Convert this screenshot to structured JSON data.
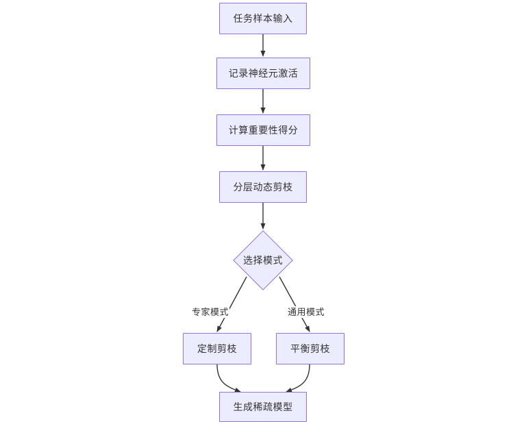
{
  "diagram": {
    "type": "flowchart",
    "direction": "top-to-bottom",
    "background_color": "#ffffff",
    "node_fill_color": "#ECECFF",
    "node_border_color": "#9370DB",
    "edge_color": "#333333",
    "text_color": "#333333",
    "nodes": [
      {
        "id": "n1",
        "shape": "rect",
        "label": "任务样本输入"
      },
      {
        "id": "n2",
        "shape": "rect",
        "label": "记录神经元激活"
      },
      {
        "id": "n3",
        "shape": "rect",
        "label": "计算重要性得分"
      },
      {
        "id": "n4",
        "shape": "rect",
        "label": "分层动态剪枝"
      },
      {
        "id": "n5",
        "shape": "diamond",
        "label": "选择模式"
      },
      {
        "id": "n6",
        "shape": "rect",
        "label": "定制剪枝"
      },
      {
        "id": "n7",
        "shape": "rect",
        "label": "平衡剪枝"
      },
      {
        "id": "n8",
        "shape": "rect",
        "label": "生成稀疏模型"
      }
    ],
    "edges": [
      {
        "from": "n1",
        "to": "n2",
        "label": ""
      },
      {
        "from": "n2",
        "to": "n3",
        "label": ""
      },
      {
        "from": "n3",
        "to": "n4",
        "label": ""
      },
      {
        "from": "n4",
        "to": "n5",
        "label": ""
      },
      {
        "from": "n5",
        "to": "n6",
        "label": "专家模式"
      },
      {
        "from": "n5",
        "to": "n7",
        "label": "通用模式"
      },
      {
        "from": "n6",
        "to": "n8",
        "label": ""
      },
      {
        "from": "n7",
        "to": "n8",
        "label": ""
      }
    ],
    "edge_labels": {
      "expert_mode": "专家模式",
      "general_mode": "通用模式"
    }
  }
}
